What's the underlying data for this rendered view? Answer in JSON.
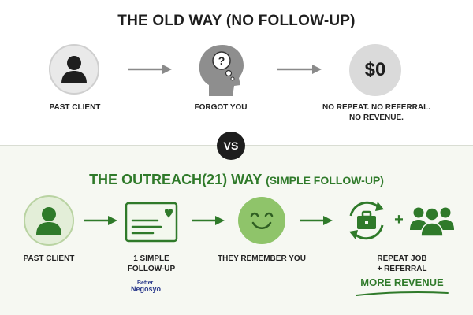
{
  "old_way": {
    "title": "THE OLD WAY (NO FOLLOW-UP)",
    "steps": [
      {
        "label": "PAST CLIENT",
        "icon": "user-icon"
      },
      {
        "label": "FORGOT YOU",
        "icon": "head-question-icon"
      },
      {
        "value": "$0",
        "label_line1": "NO REPEAT. NO REFERRAL.",
        "label_line2": "NO REVENUE."
      }
    ]
  },
  "vs_label": "VS",
  "new_way": {
    "title": "THE OUTREACH(21) WAY",
    "subtitle": "(SIMPLE FOLLOW-UP)",
    "steps": [
      {
        "label": "PAST CLIENT",
        "icon": "user-icon"
      },
      {
        "label_line1": "1 SIMPLE",
        "label_line2": "FOLLOW-UP",
        "icon": "card-heart-icon"
      },
      {
        "label": "THEY REMEMBER YOU",
        "icon": "smile-icon"
      },
      {
        "label_line1": "REPEAT JOB",
        "label_line2": "+ REFERRAL",
        "icon": "briefcase-cycle-icon",
        "plus": "+",
        "icon2": "group-icon"
      }
    ],
    "outcome": "MORE REVENUE"
  },
  "brand": {
    "line1": "Better",
    "line2": "Negosyo"
  },
  "colors": {
    "green": "#2f7a2a",
    "light_green": "#8fc46a",
    "gray": "#d9d9d9",
    "dark": "#1e1e1e"
  }
}
